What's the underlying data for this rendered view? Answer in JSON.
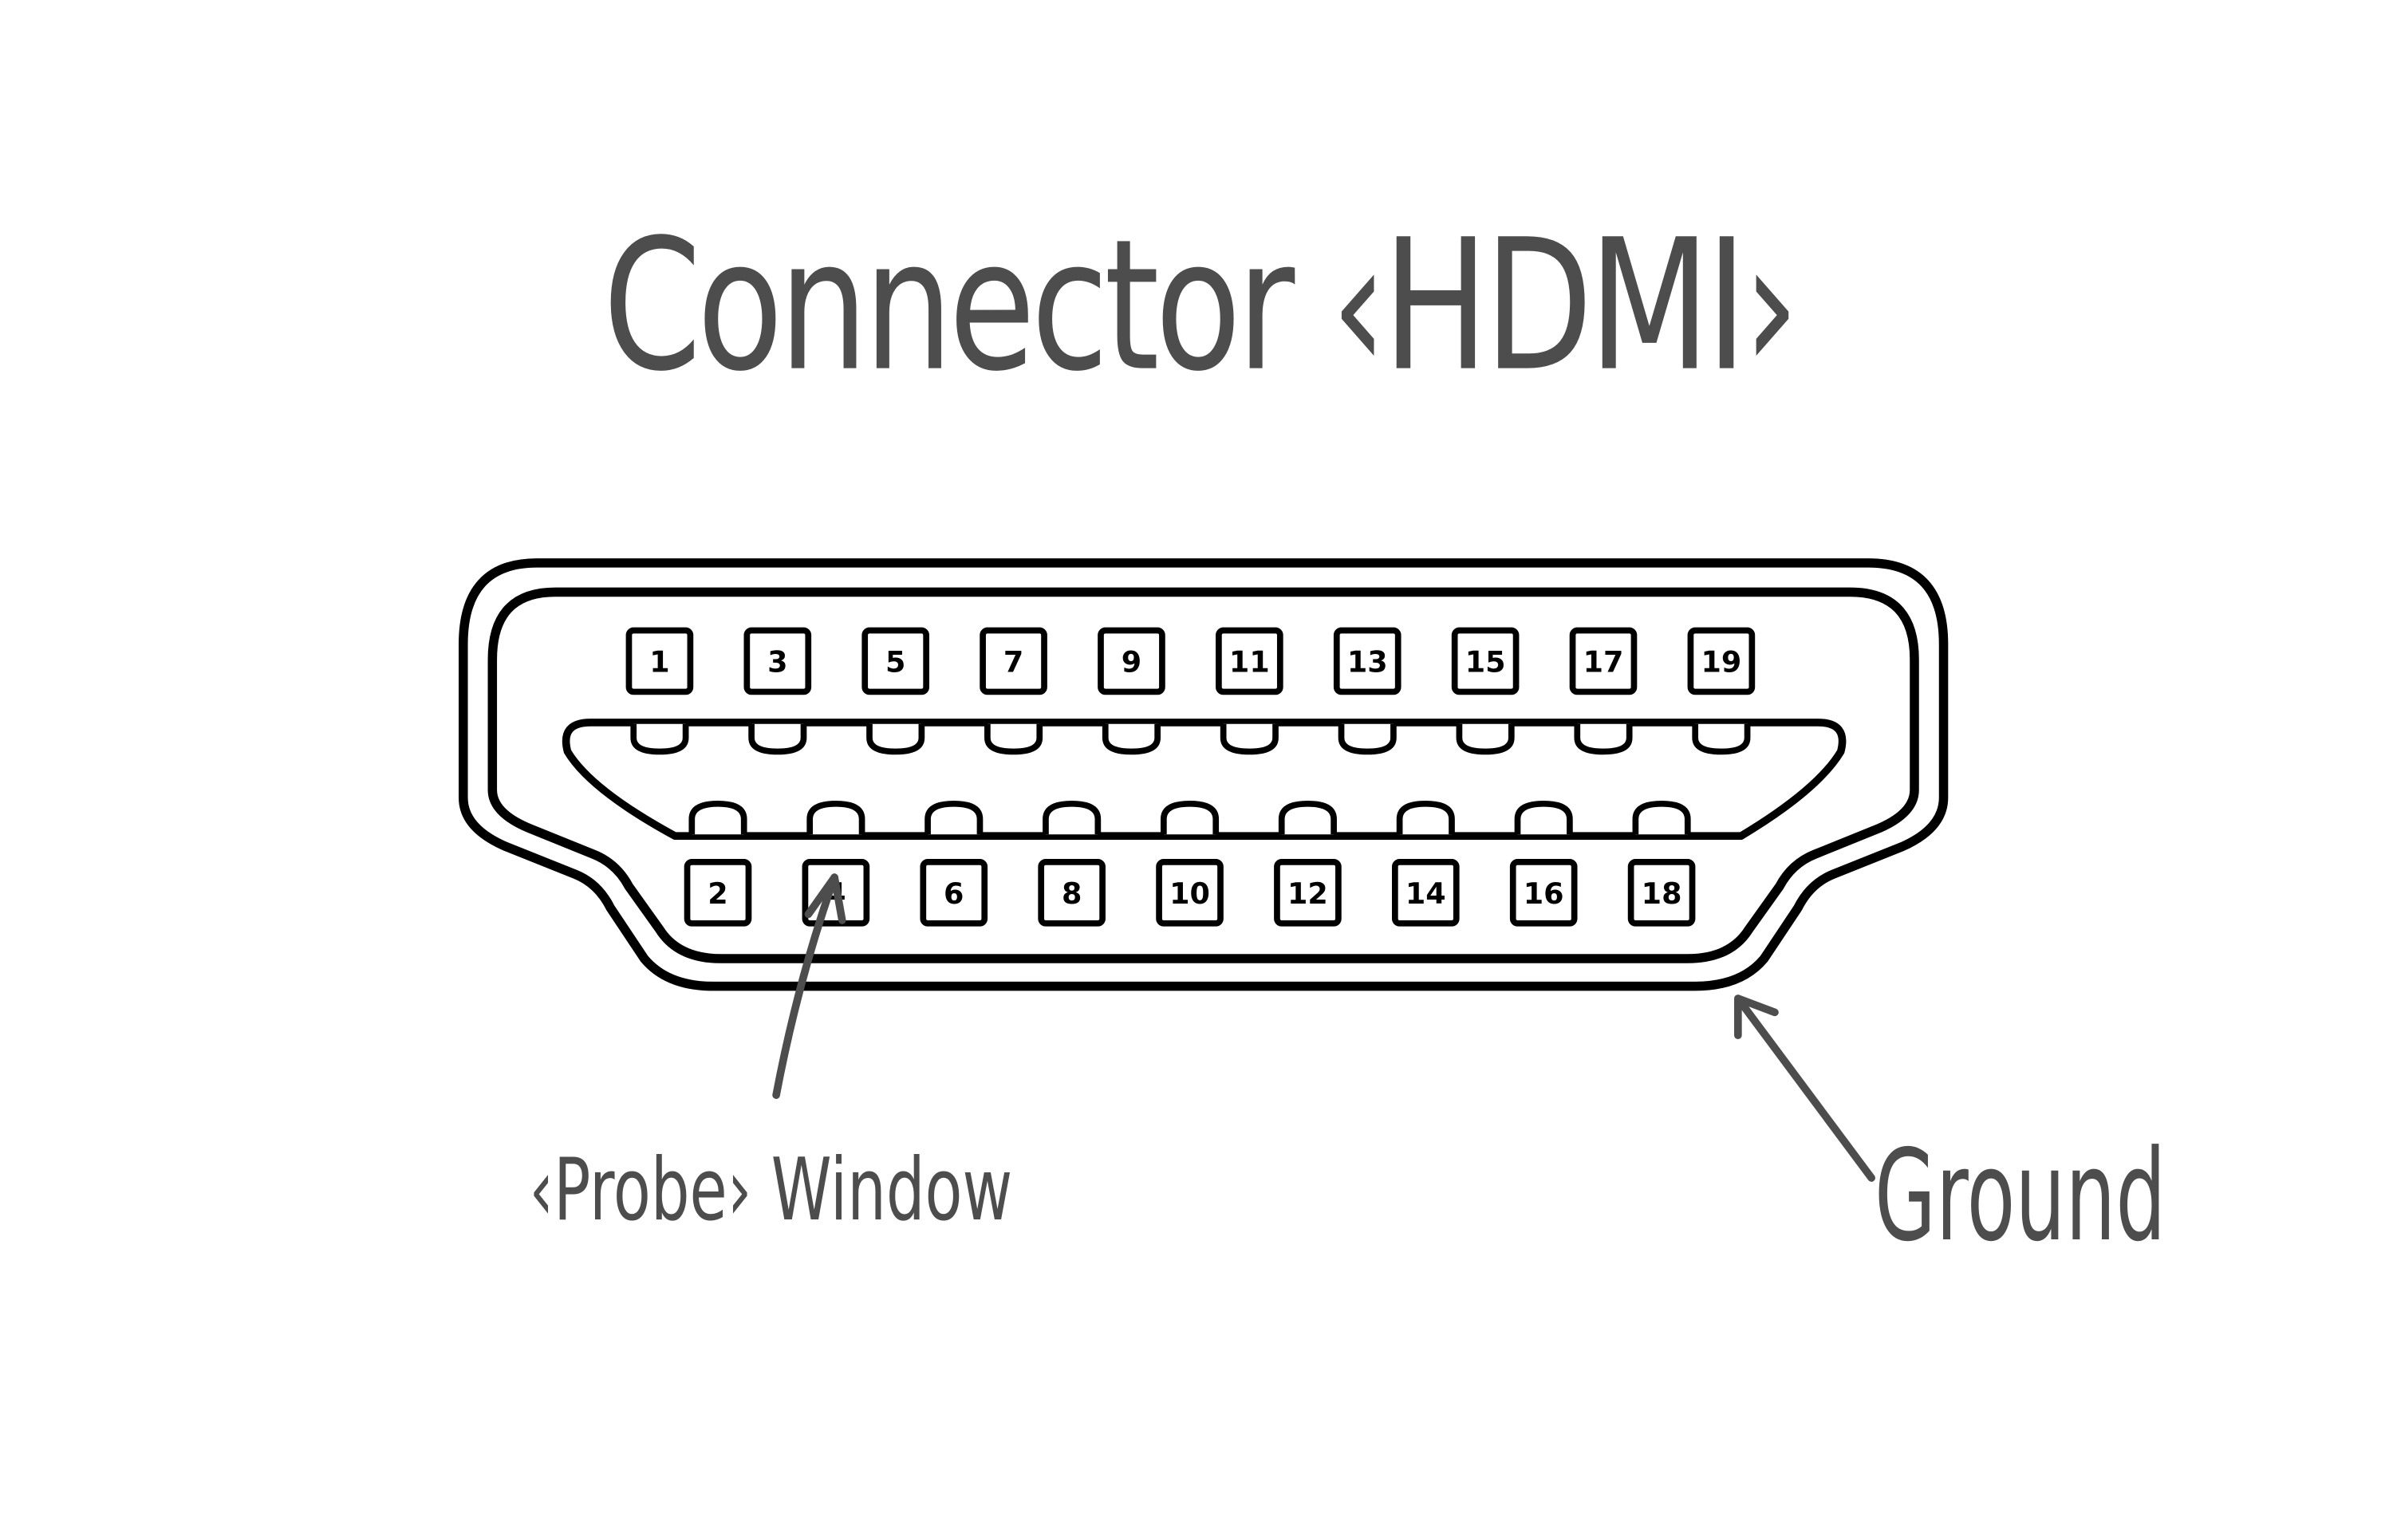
{
  "title": "Connector ‹HDMI›",
  "connector": {
    "top_row_pins": [
      "1",
      "3",
      "5",
      "7",
      "9",
      "11",
      "13",
      "15",
      "17",
      "19"
    ],
    "bottom_row_pins": [
      "2",
      "4",
      "6",
      "8",
      "10",
      "12",
      "14",
      "16",
      "18"
    ]
  },
  "annotations": {
    "probe_label": "‹Probe› Window",
    "ground_label": "Ground"
  },
  "colors": {
    "outline": "#000000",
    "annotation": "#4d4d4d",
    "background": "#ffffff"
  }
}
